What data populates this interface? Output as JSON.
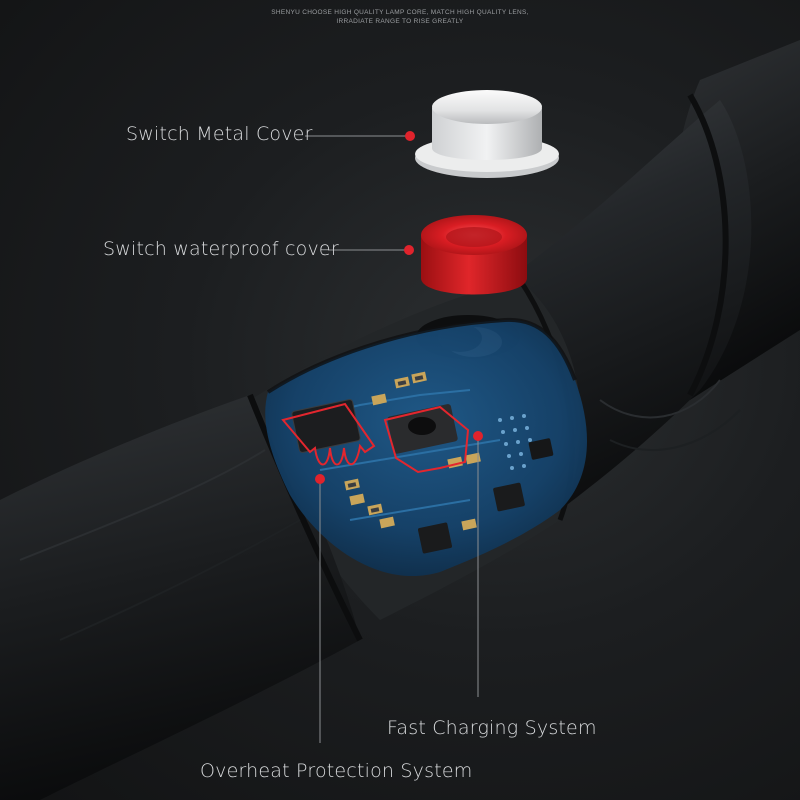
{
  "header": {
    "tagline_line1": "SHENYU CHOOSE HIGH QUALITY LAMP CORE, MATCH HIGH QUALITY LENS,",
    "tagline_line2": "IRRADIATE RANGE TO RISE GREATLY"
  },
  "callouts": {
    "switch_metal_cover": "Switch Metal Cover",
    "switch_waterproof_cover": "Switch waterproof cover",
    "fast_charging_system": "Fast Charging System",
    "overheat_protection_system": "Overheat Protection System"
  },
  "colors": {
    "background": "#161819",
    "callout_dot": "#e0232c",
    "highlight_outline": "#e3262e",
    "waterproof_cover": "#c8181c",
    "metal_cover": "#e6e7e8",
    "pcb": "#17466e"
  }
}
